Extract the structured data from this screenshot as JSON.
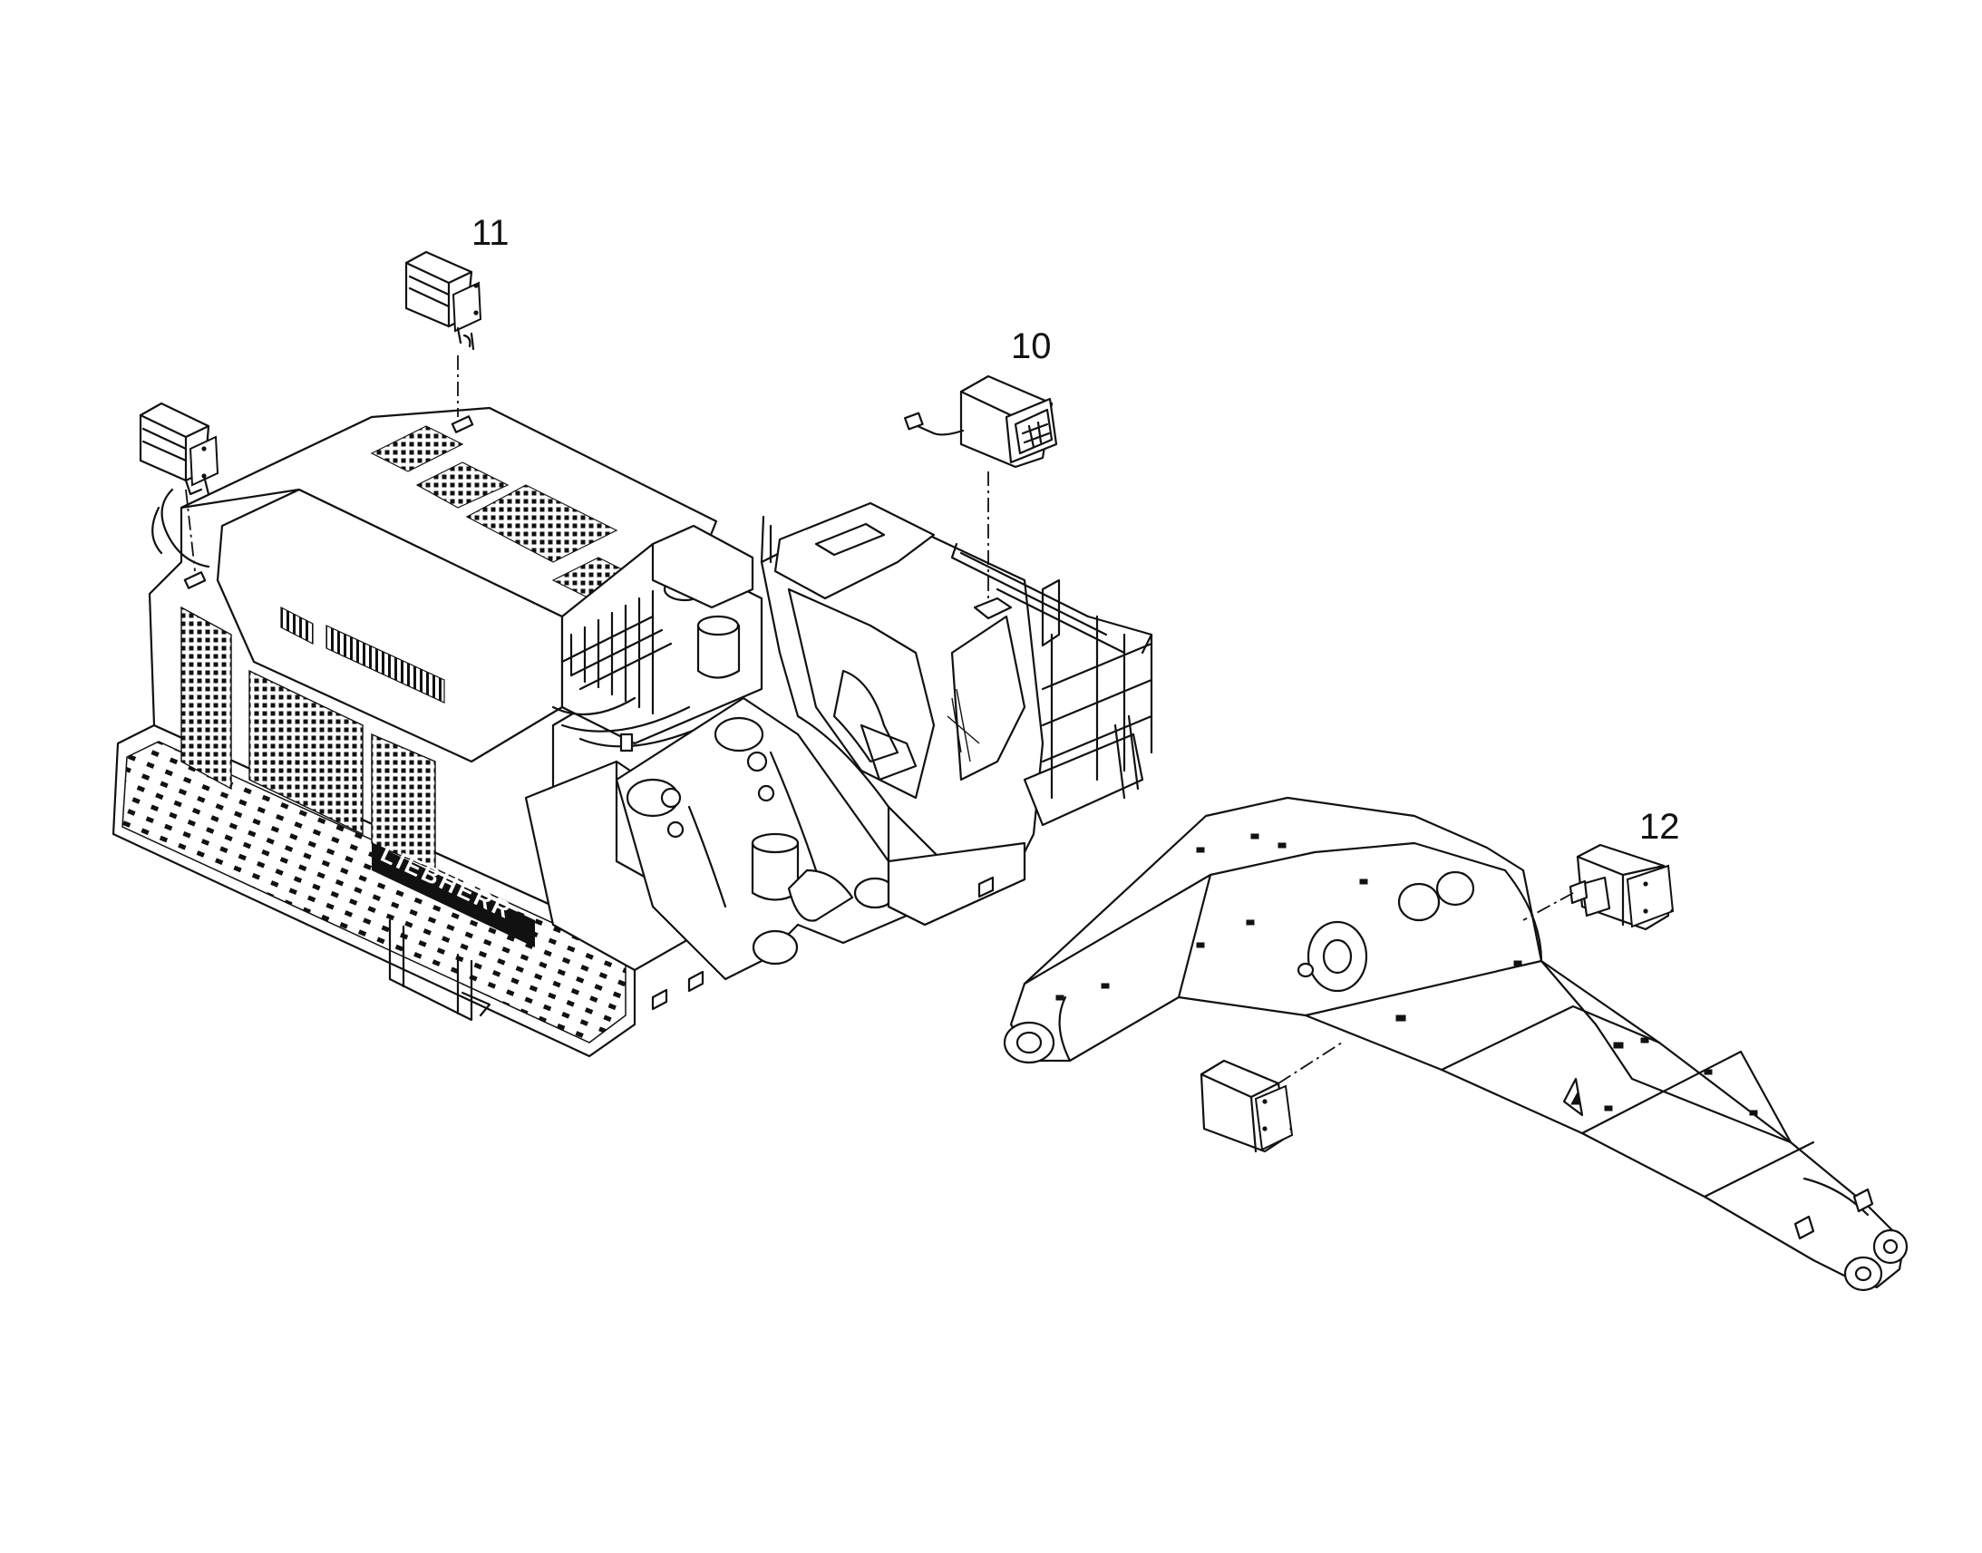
{
  "callouts": {
    "c10": "10",
    "c11": "11",
    "c12": "12"
  },
  "brand_lettering": "LIEBHERR",
  "colors": {
    "line": "#111111",
    "background": "#ffffff"
  },
  "icons": [
    "work-light-icon",
    "excavator-upper-carriage",
    "boom"
  ]
}
